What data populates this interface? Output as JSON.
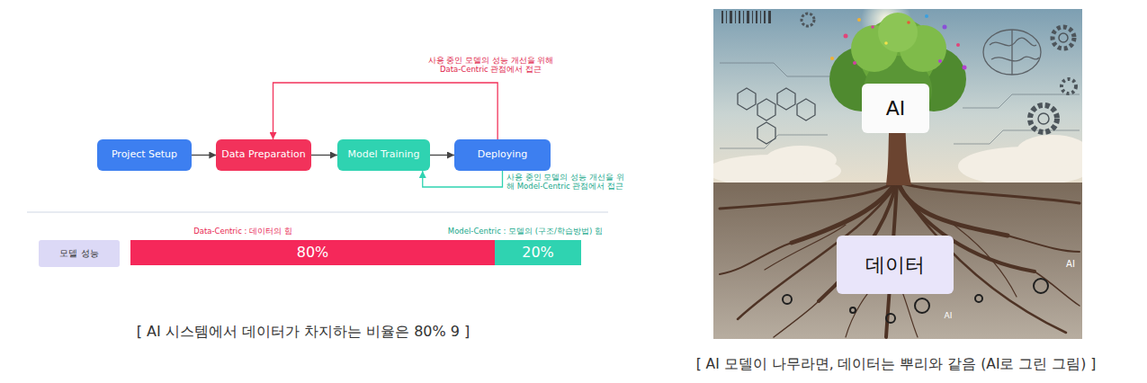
{
  "diagram": {
    "nodes": [
      {
        "text": [
          "Project Setup"
        ]
      },
      {
        "text": [
          "Data Preparation"
        ]
      },
      {
        "text": [
          "Model Training"
        ]
      },
      {
        "text": [
          "Deploying"
        ]
      },
      {
        "text": [
          "모델 성능"
        ]
      },
      {
        "text": [
          "80%"
        ]
      },
      {
        "text": [
          "20%"
        ]
      },
      {
        "text": [
          "AI"
        ]
      },
      {
        "text": [
          "데이터"
        ]
      }
    ],
    "edges": [
      {
        "from": 0,
        "to": 1,
        "arrow": "to"
      },
      {
        "from": 1,
        "to": 2,
        "arrow": "to"
      },
      {
        "from": 2,
        "to": 3,
        "arrow": "to"
      },
      {
        "from": 3,
        "to": 1,
        "arrow": "to",
        "label": "사용 중인 모델의 성능 개선을 위해 Data-Centric 관점에서 접근"
      },
      {
        "from": 3,
        "to": 2,
        "arrow": "to",
        "label": "사용 중인 모델의 성능 개선을 위해 Model-Centric 관점에서 접근"
      }
    ],
    "labels": [
      "Data-Centric : 데이터의 힘",
      "Model-Centric : 모델의 (구조/학습방법) 힘",
      "[ AI 시스템에서 데이터가 차지하는 비율은 80% 9 ]",
      "[ AI 모델이 나무라면, 데이터는 뿌리와 같음 (AI로 그린 그림) ]",
      "AI",
      "AI"
    ]
  }
}
